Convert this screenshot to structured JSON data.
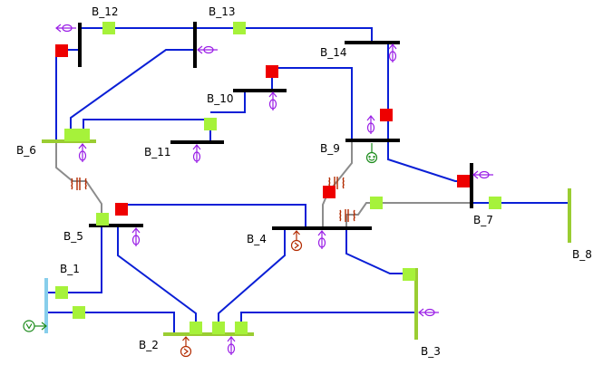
{
  "diagram": {
    "buses": [
      {
        "id": "B_1",
        "label": "B_1"
      },
      {
        "id": "B_2",
        "label": "B_2"
      },
      {
        "id": "B_3",
        "label": "B_3"
      },
      {
        "id": "B_4",
        "label": "B_4"
      },
      {
        "id": "B_5",
        "label": "B_5"
      },
      {
        "id": "B_6",
        "label": "B_6"
      },
      {
        "id": "B_7",
        "label": "B_7"
      },
      {
        "id": "B_8",
        "label": "B_8"
      },
      {
        "id": "B_9",
        "label": "B_9"
      },
      {
        "id": "B_10",
        "label": "B_10"
      },
      {
        "id": "B_11",
        "label": "B_11"
      },
      {
        "id": "B_12",
        "label": "B_12"
      },
      {
        "id": "B_13",
        "label": "B_13"
      },
      {
        "id": "B_14",
        "label": "B_14"
      }
    ],
    "colors": {
      "line": "#0a1fd6",
      "transformer_line": "#8c8c8c",
      "bus_default": "#000000",
      "bus_energized": "#9acd32",
      "bus_slack": "#87ceeb",
      "breaker_closed": "#a6f23a",
      "breaker_open": "#ee0000",
      "load_symbol": "#9a1ee6",
      "generator_symbol": "#b32b00",
      "slack_generator_symbol": "#1a8a1a"
    },
    "icons": [
      "breaker-closed-icon",
      "breaker-open-icon",
      "load-arrow-icon",
      "generator-icon",
      "transformer-icon",
      "slack-generator-icon"
    ]
  }
}
